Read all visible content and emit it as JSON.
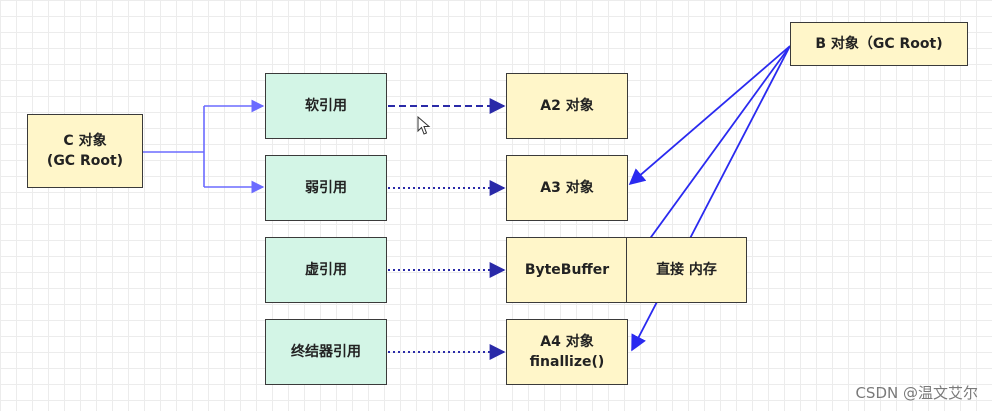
{
  "nodes": {
    "c_root": "C 对象\n(GC Root)",
    "b_root": "B 对象（GC Root)",
    "soft_ref": "软引用",
    "weak_ref": "弱引用",
    "phantom_ref": "虚引用",
    "finalizer_ref": "终结器引用",
    "a2": "A2 对象",
    "a3": "A3 对象",
    "bytebuffer": "ByteBuffer",
    "direct_memory": "直接 内存",
    "a4": "A4 对象\nfinallize()"
  },
  "colors": {
    "root_fill": "#fff6c9",
    "ref_fill": "#d3f5e6",
    "c_arrow": "#6b6bff",
    "b_arrow": "#2a2af0",
    "ref_arrow": "#2a2aa8"
  },
  "watermark": "CSDN @温文艾尔",
  "icons": [
    "mouse-cursor-icon"
  ]
}
